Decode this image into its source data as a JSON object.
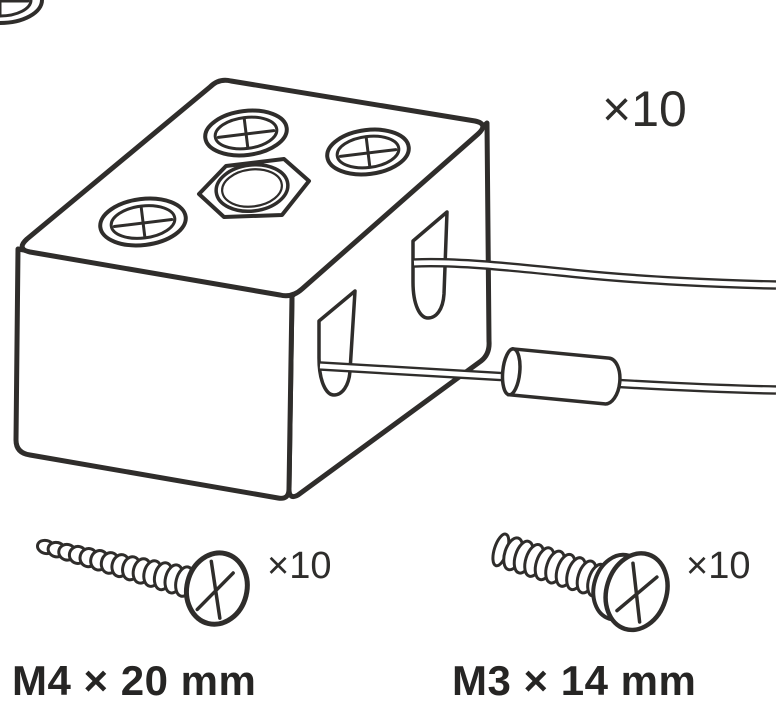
{
  "diagram_title": "hardware assembly parts diagram",
  "block": {
    "icon": "terminal-block-icon",
    "quantity": "×10"
  },
  "fasteners": [
    {
      "icon": "wood-screw-icon",
      "quantity": "×10",
      "size": "M4 × 20 mm"
    },
    {
      "icon": "machine-screw-icon",
      "quantity": "×10",
      "size": "M3 × 14 mm"
    }
  ],
  "colors": {
    "line": "#2f2d2b",
    "text": "#262524",
    "background": "#ffffff"
  }
}
